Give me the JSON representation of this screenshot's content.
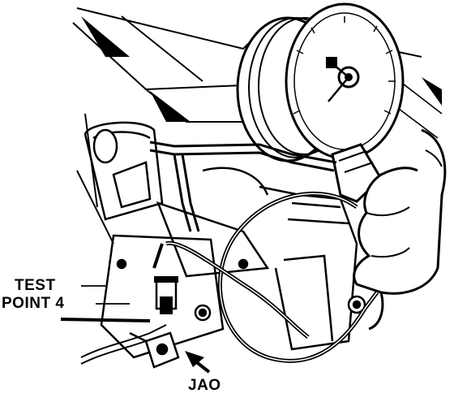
{
  "callouts": {
    "test_point_line1": "TEST",
    "test_point_line2": "POINT 4",
    "jao": "JAO"
  },
  "colors": {
    "ink": "#000000",
    "paper": "#ffffff"
  }
}
